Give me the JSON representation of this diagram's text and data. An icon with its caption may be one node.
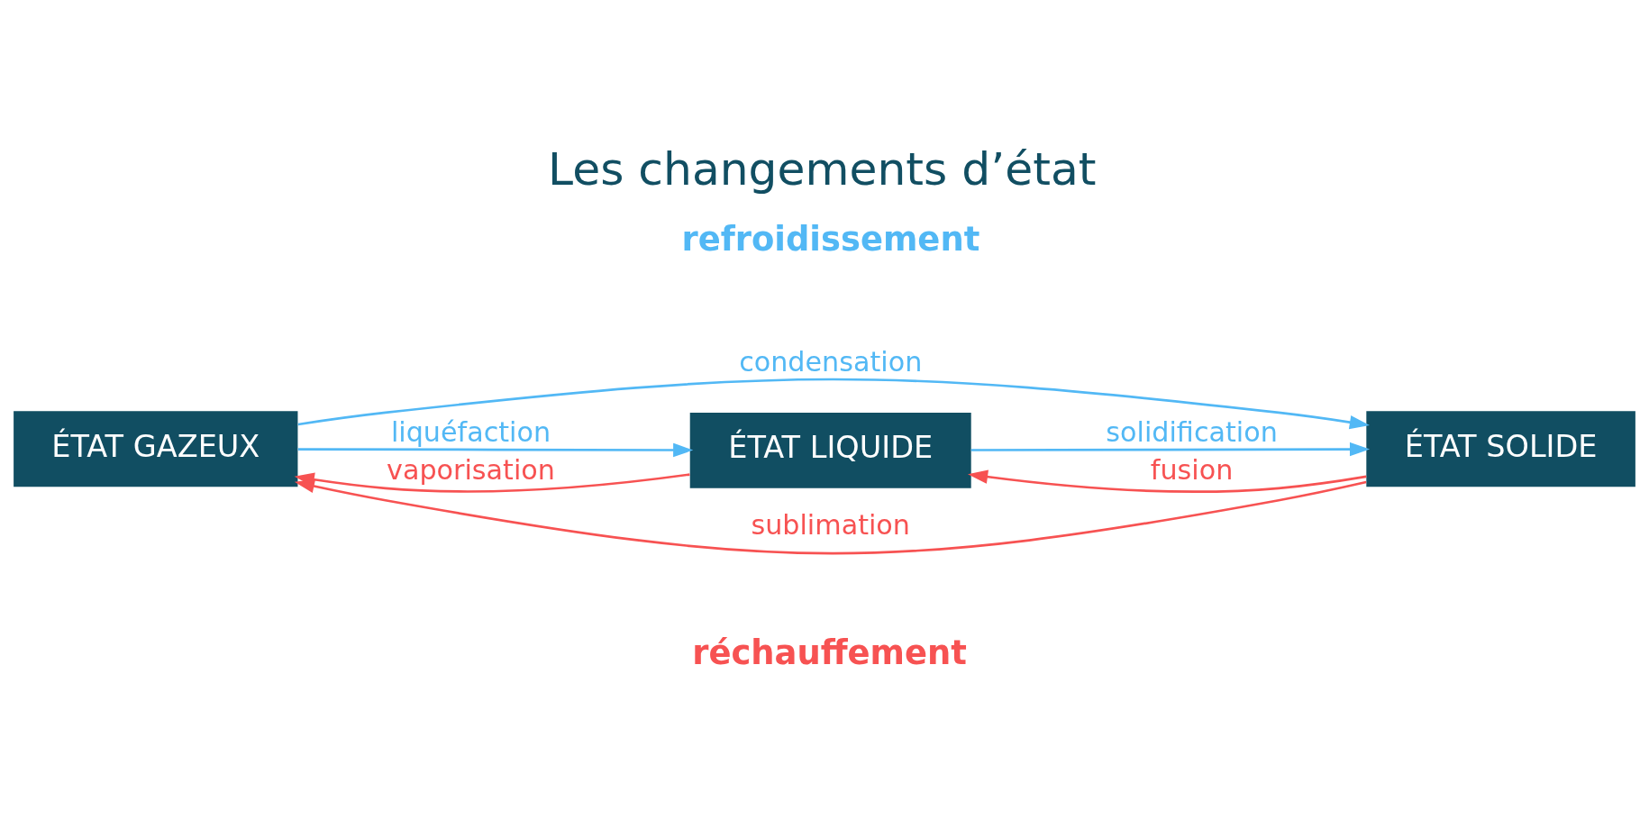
{
  "diagram": {
    "title": "Les changements d’état",
    "nodes": [
      {
        "text": [
          "ÉTAT GAZEUX"
        ]
      },
      {
        "text": [
          "ÉTAT LIQUIDE"
        ]
      },
      {
        "text": [
          "ÉTAT SOLIDE"
        ]
      }
    ],
    "edges": [
      {
        "from": 0,
        "to": 2,
        "arrow": "to",
        "label": "condensation",
        "color": "#52b8f5"
      },
      {
        "from": 0,
        "to": 1,
        "arrow": "to",
        "label": "liquéfaction",
        "color": "#52b8f5"
      },
      {
        "from": 1,
        "to": 2,
        "arrow": "to",
        "label": "solidification",
        "color": "#52b8f5"
      },
      {
        "from": 1,
        "to": 0,
        "arrow": "to",
        "label": "vaporisation",
        "color": "#f75252"
      },
      {
        "from": 2,
        "to": 1,
        "arrow": "to",
        "label": "fusion",
        "color": "#f75252"
      },
      {
        "from": 2,
        "to": 0,
        "arrow": "to",
        "label": "sublimation",
        "color": "#f75252"
      }
    ],
    "labels": [
      "refroidissement",
      "réchauffement"
    ]
  }
}
